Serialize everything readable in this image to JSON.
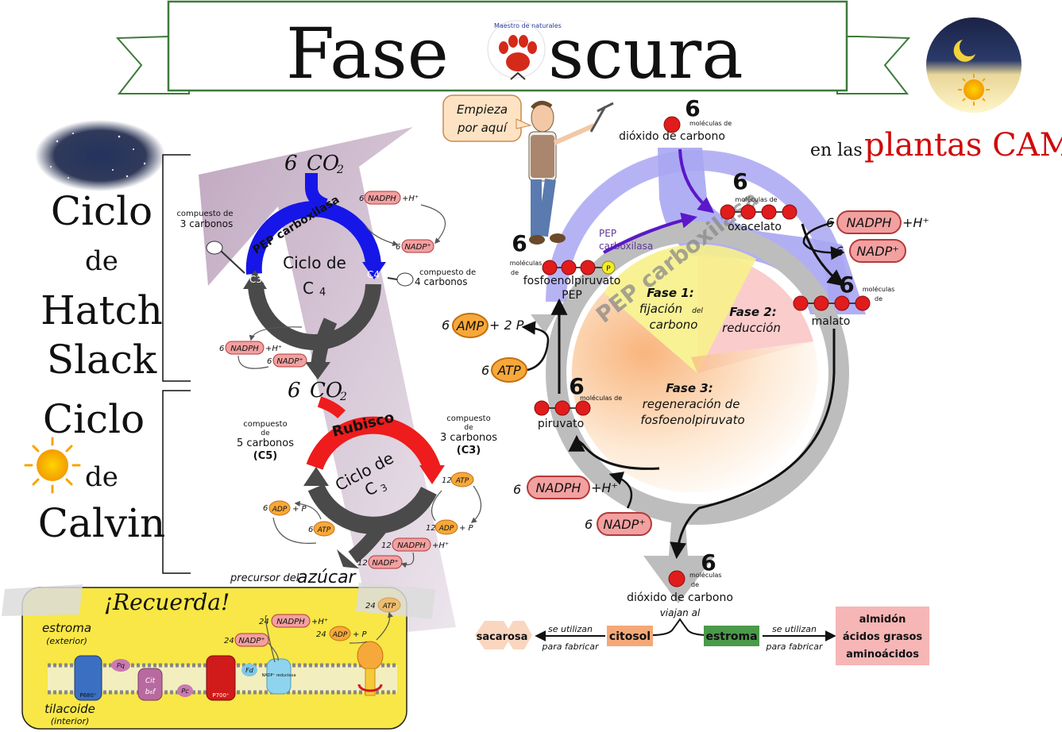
{
  "title": {
    "part1": "Fase",
    "part2": "scura",
    "logo_text": "Maestro de naturales"
  },
  "subtitle": {
    "prefix": "en las",
    "highlight": "plantas CAM"
  },
  "guide_bubble": {
    "line1": "Empieza",
    "line2": "por aquí"
  },
  "left_labels": {
    "hatch_slack": [
      "Ciclo",
      "de",
      "Hatch",
      "Slack"
    ],
    "calvin": [
      "Ciclo",
      "de",
      "Calvin"
    ]
  },
  "c4_cycle": {
    "input_count": "6",
    "input_formula": "CO",
    "input_sub": "2",
    "enzyme": "PEP carboxilasa",
    "name_line1": "Ciclo de",
    "name_line2": "C",
    "name_sub": "4",
    "c3_badge": "C3",
    "c4_badge": "C4",
    "left_compound_line1": "compuesto de",
    "left_compound_line2": "3 carbonos",
    "right_compound_line1": "compuesto de",
    "right_compound_line2": "4 carbonos",
    "top_nadph_count": "6",
    "top_nadph_label": "NADPH",
    "top_nadph_suffix": "+H⁺",
    "top_nadp_count": "6",
    "top_nadp_label": "NADP⁺",
    "bottom_nadph_count": "6",
    "bottom_nadph_label": "NADPH",
    "bottom_nadph_suffix": "+H⁺",
    "bottom_nadp_count": "6",
    "bottom_nadp_label": "NADP⁺",
    "output_count": "6",
    "output_formula": "CO",
    "output_sub": "2"
  },
  "c3_cycle": {
    "enzyme": "Rubisco",
    "name_line1": "Ciclo de",
    "name_line2": "C",
    "name_sub": "3",
    "left_compound_line1": "compuesto",
    "left_compound_line2": "de",
    "left_compound_line3": "5 carbonos",
    "left_compound_line4": "(C5)",
    "right_compound_line1": "compuesto",
    "right_compound_line2": "de",
    "right_compound_line3": "3 carbonos",
    "right_compound_line4": "(C3)",
    "atp12_count": "12",
    "atp12_label": "ATP",
    "adp12_count": "12",
    "adp12_label": "ADP",
    "adp12_suffix": "+ P",
    "nadph12_count": "12",
    "nadph12_label": "NADPH",
    "nadph12_suffix": "+H⁺",
    "nadp12_count": "12",
    "nadp12_label": "NADP⁺",
    "adp6_count": "6",
    "adp6_label": "ADP",
    "adp6_suffix": "+ P",
    "atp6_count": "6",
    "atp6_label": "ATP",
    "output_prefix": "precursor del",
    "output_word": "azúcar"
  },
  "recuerda": {
    "title": "¡Recuerda!",
    "estroma": "estroma",
    "estroma_sub": "(exterior)",
    "tilacoide": "tilacoide",
    "tilacoide_sub": "(interior)",
    "nadph_count": "24",
    "nadph_label": "NADPH",
    "nadph_suffix": "+H⁺",
    "nadp_count": "24",
    "nadp_label": "NADP⁺",
    "adp_count": "24",
    "adp_label": "ADP",
    "adp_suffix": "+ P",
    "atp_count": "24",
    "atp_label": "ATP",
    "p680": "P680⁺",
    "pq": "Pq",
    "cit": "Cit",
    "cit_sub": "b₆f",
    "pc": "Pc",
    "p700": "P700⁺",
    "fd": "Fd",
    "nadp_reductasa": "NADP⁺ reductasa"
  },
  "cam_cycle": {
    "enzyme": "PEP carboxilasa",
    "enzyme_small_line1": "PEP",
    "enzyme_small_line2": "carboxilasa",
    "co2_top_count": "6",
    "co2_top_units": "moléculas de",
    "co2_top_label": "dióxido de carbono",
    "oxacelato_count": "6",
    "oxacelato_units": "moléculas de",
    "oxacelato_label": "oxacelato",
    "pep_count": "6",
    "pep_units_line1": "moléculas",
    "pep_units_line2": "de",
    "pep_label": "fosfoenolpiruvato",
    "pep_abbr": "PEP",
    "pep_phosphate": "P",
    "malato_count": "6",
    "malato_units_line1": "moléculas",
    "malato_units_line2": "de",
    "malato_label": "malato",
    "piruvato_count": "6",
    "piruvato_units": "moléculas de",
    "piruvato_label": "piruvato",
    "nadph_count": "6",
    "nadph_label": "NADPH",
    "nadph_suffix": "+H⁺",
    "nadp_count": "6",
    "nadp_label": "NADP⁺",
    "lower_nadph_count": "6",
    "lower_nadph_label": "NADPH",
    "lower_nadph_suffix": "+H⁺",
    "lower_nadp_count": "6",
    "lower_nadp_label": "NADP⁺",
    "amp_count": "6",
    "amp_label": "AMP",
    "amp_suffix": "+ 2 P",
    "atp_count": "6",
    "atp_label": "ATP",
    "phase1_title": "Fase 1:",
    "phase1_line1": "fijación",
    "phase1_small": "del",
    "phase1_line2": "carbono",
    "phase2_title": "Fase 2:",
    "phase2_line1": "reducción",
    "phase3_title": "Fase 3:",
    "phase3_line1": "regeneración de",
    "phase3_line2": "fosfoenolpiruvato",
    "co2_bottom_count": "6",
    "co2_bottom_units_line1": "moléculas",
    "co2_bottom_units_line2": "de",
    "co2_bottom_label": "dióxido de carbono",
    "co2_bottom_sub": "viajan al"
  },
  "destinations": {
    "citosol": "citosol",
    "estroma": "estroma",
    "use_line1": "se utilizan",
    "use_line2": "para fabricar",
    "sacarosa": "sacarosa",
    "estroma_products": [
      "almidón",
      "ácidos grasos",
      "aminoácidos"
    ]
  },
  "colors": {
    "banner_border": "#3d7a3a",
    "nadph_fill": "#f2a0a0",
    "nadph_stroke": "#b33a3a",
    "atp_fill": "#f7a83a",
    "atp_stroke": "#c46f10",
    "red_dot": "#e01c1c",
    "cam_arrow_blue": "#a9a6f2",
    "cam_ring_gray": "#bdbdbd",
    "purple_band": "#b69ab6",
    "c4_blue": "#1616e8",
    "c3_red": "#ee1c1c",
    "cycle_dark": "#4a4a4a",
    "recuerda_yellow": "#f8e746",
    "title_red": "#d10a0a",
    "citosol_fill": "#f5a877",
    "estroma_fill": "#4a9a4a",
    "products_fill": "#f6b6b6"
  }
}
